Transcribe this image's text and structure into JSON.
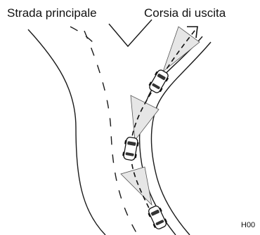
{
  "labels": {
    "main_road": "Strada principale",
    "exit_lane": "Corsia di uscita",
    "code": "H00"
  },
  "icons": {
    "car": "car-topview-icon",
    "arrow": "direction-arrow-icon"
  },
  "colors": {
    "line": "#1a1a1a",
    "beam_fill": "#e6e6e6",
    "background": "#ffffff"
  }
}
